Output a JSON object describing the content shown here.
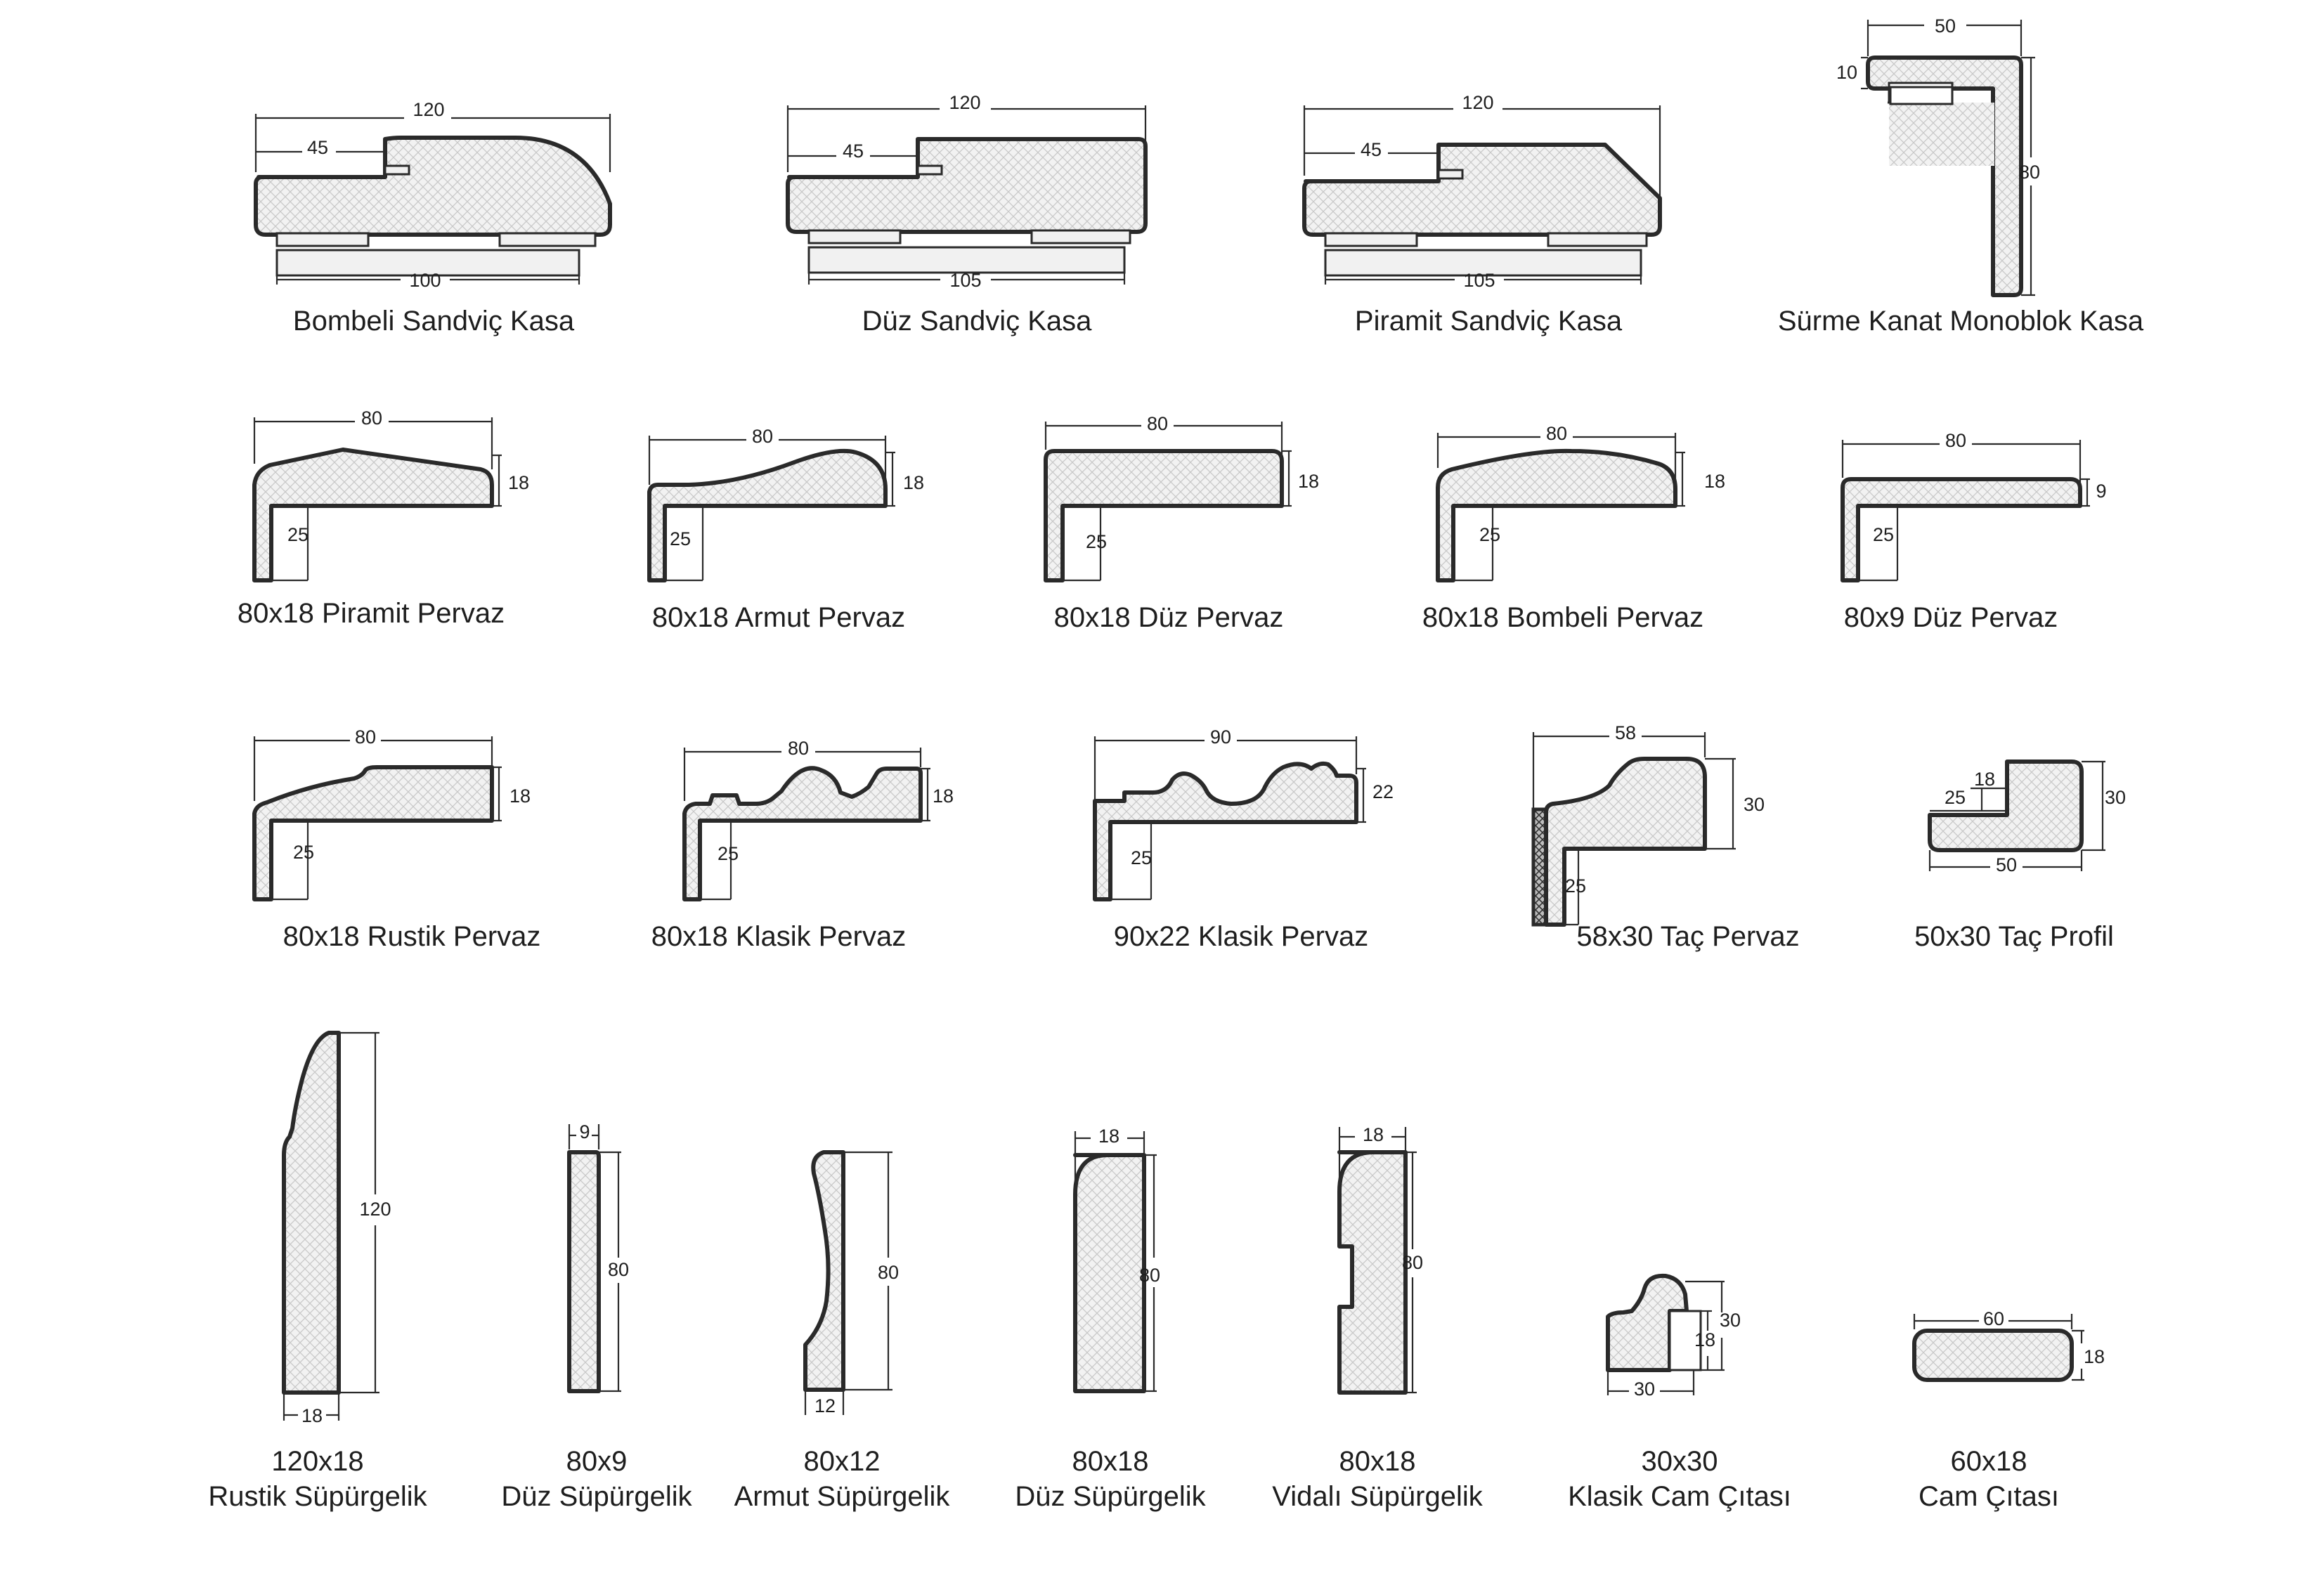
{
  "labels": {
    "bombeli_sandvic_kasa": "Bombeli Sandviç Kasa",
    "duz_sandvic_kasa": "Düz Sandviç Kasa",
    "piramit_sandvic_kasa": "Piramit Sandviç Kasa",
    "surme_kanat_monoblok_kasa": "Sürme Kanat Monoblok Kasa",
    "piramit_pervaz": "80x18 Piramit Pervaz",
    "armut_pervaz": "80x18 Armut Pervaz",
    "duz_pervaz_18": "80x18 Düz Pervaz",
    "bombeli_pervaz": "80x18 Bombeli Pervaz",
    "duz_pervaz_9": "80x9 Düz Pervaz",
    "rustik_pervaz": "80x18 Rustik Pervaz",
    "klasik_pervaz_80": "80x18 Klasik Pervaz",
    "klasik_pervaz_90": "90x22 Klasik Pervaz",
    "tac_pervaz": "58x30 Taç Pervaz",
    "tac_profil": "50x30 Taç Profil",
    "rustik_supurgelik_size": "120x18",
    "rustik_supurgelik_name": "Rustik Süpürgelik",
    "duz_supurgelik_9_size": "80x9",
    "duz_supurgelik_9_name": "Düz Süpürgelik",
    "armut_supurgelik_size": "80x12",
    "armut_supurgelik_name": "Armut Süpürgelik",
    "duz_supurgelik_18_size": "80x18",
    "duz_supurgelik_18_name": "Düz Süpürgelik",
    "vidali_supurgelik_size": "80x18",
    "vidali_supurgelik_name": "Vidalı Süpürgelik",
    "klasik_cam_citasi_size": "30x30",
    "klasik_cam_citasi_name": "Klasik Cam Çıtası",
    "cam_citasi_size": "60x18",
    "cam_citasi_name": "Cam Çıtası"
  },
  "dims": {
    "k1_w": "120",
    "k1_d": "45",
    "k1_b": "100",
    "k2_w": "120",
    "k2_d": "45",
    "k2_b": "105",
    "k3_w": "120",
    "k3_d": "45",
    "k3_b": "105",
    "k4_w": "50",
    "k4_t": "10",
    "k4_h": "80",
    "p1_w": "80",
    "p1_h": "18",
    "p1_l": "25",
    "p2_w": "80",
    "p2_h": "18",
    "p2_l": "25",
    "p3_w": "80",
    "p3_h": "18",
    "p3_l": "25",
    "p4_w": "80",
    "p4_h": "18",
    "p4_l": "25",
    "p5_w": "80",
    "p5_h": "9",
    "p5_l": "25",
    "r1_w": "80",
    "r1_h": "18",
    "r1_l": "25",
    "r2_w": "80",
    "r2_h": "18",
    "r2_l": "25",
    "r3_w": "90",
    "r3_h": "22",
    "r3_l": "25",
    "r4_w": "58",
    "r4_h": "30",
    "r4_l": "25",
    "r5_a": "25",
    "r5_b": "18",
    "r5_h": "30",
    "r5_w": "50",
    "s1_h": "120",
    "s1_w": "18",
    "s2_w": "9",
    "s2_h": "80",
    "s3_h": "80",
    "s3_w": "12",
    "s4_w": "18",
    "s4_h": "80",
    "s5_w": "18",
    "s5_h": "80",
    "s6_h": "30",
    "s6_i": "18",
    "s6_w": "30",
    "s7_w": "60",
    "s7_h": "18"
  }
}
